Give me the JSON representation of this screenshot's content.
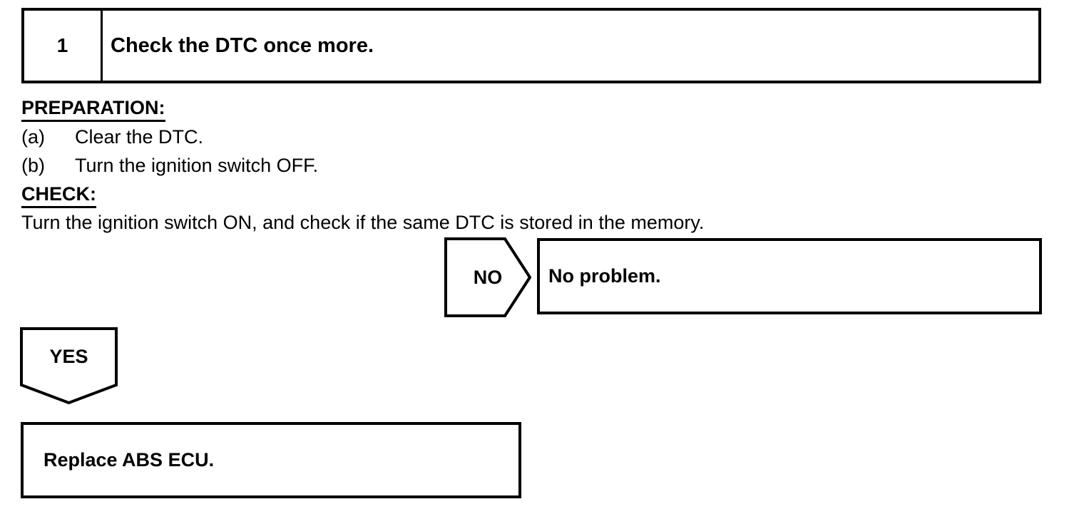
{
  "colors": {
    "line": "#000000",
    "background": "#ffffff"
  },
  "step_header": {
    "number": "1",
    "title": "Check the DTC once more."
  },
  "body": {
    "preparation_heading": "PREPARATION:",
    "preparation_steps": [
      {
        "label": "(a)",
        "text": "Clear the DTC."
      },
      {
        "label": "(b)",
        "text": "Turn the ignition switch OFF."
      }
    ],
    "check_heading": "CHECK:",
    "check_text": "Turn the ignition switch ON, and check if the same DTC is stored in the memory."
  },
  "branches": {
    "no": {
      "label": "NO",
      "result": "No problem."
    },
    "yes": {
      "label": "YES",
      "result": "Replace ABS ECU."
    }
  }
}
